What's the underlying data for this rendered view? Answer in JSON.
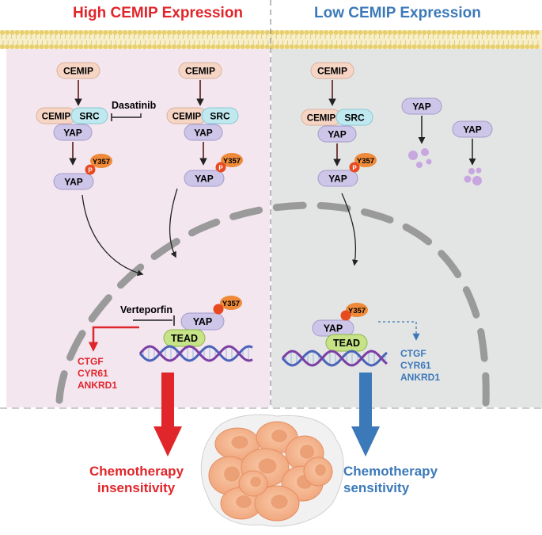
{
  "headers": {
    "high": "High CEMIP Expression",
    "low": "Low CEMIP Expression"
  },
  "molecules": {
    "cemip": "CEMIP",
    "src": "SRC",
    "yap": "YAP",
    "tead": "TEAD",
    "phospho_site": "Y357",
    "phospho": "P"
  },
  "inhibitors": {
    "dasatinib": "Dasatinib",
    "verteporfin": "Verteporfin"
  },
  "target_genes": {
    "gene1": "CTGF",
    "gene2": "CYR61",
    "gene3": "ANKRD1"
  },
  "outcomes": {
    "high_line1": "Chemotherapy",
    "high_line2": "insensitivity",
    "low_line1": "Chemotherapy",
    "low_line2": "sensitivity"
  },
  "colors": {
    "red": "#e0262b",
    "blue": "#3c79b9",
    "left_panel": "#f4e6ef",
    "right_panel": "#e3e4e4",
    "cemip_fill": "#f6d5c5",
    "src_fill": "#bfe8ef",
    "yap_fill": "#cdc6e8",
    "tead_fill": "#c6e387",
    "phospho": "#e84a20",
    "site": "#ee8a3a"
  }
}
